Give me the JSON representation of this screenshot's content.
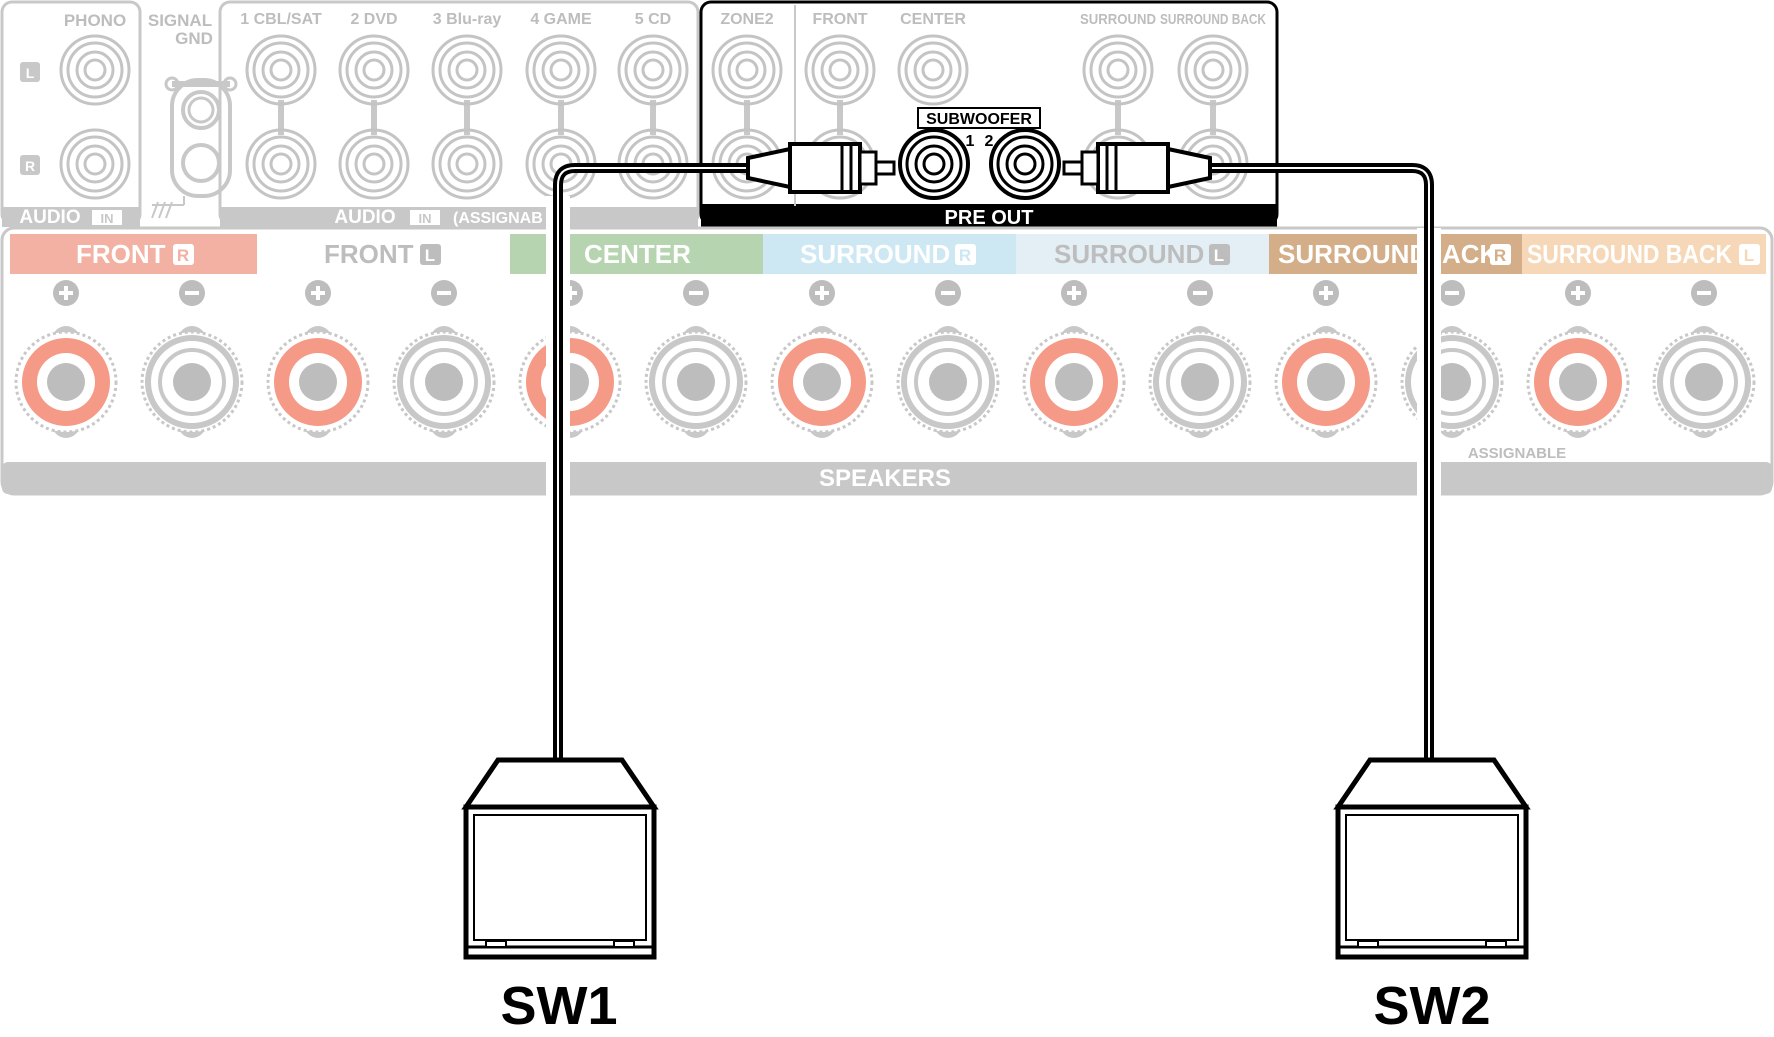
{
  "colors": {
    "panel_grey": "#c8c8c8",
    "line_grey": "#c4c4c4",
    "front_r": "#f2b1a2",
    "center": "#b6d4af",
    "surround_r": "#cde8f3",
    "surround_l": "#e3eff5",
    "surround_back": "#d3ae89",
    "surround_back_l": "#f6d8b8",
    "terminal_red": "#f59a86",
    "cable": "#000000"
  },
  "rear_panel": {
    "phono": "PHONO",
    "signal_gnd_1": "SIGNAL",
    "signal_gnd_2": "GND",
    "input_1": "1 CBL/SAT",
    "input_2": "2 DVD",
    "input_3": "3 Blu-ray",
    "input_4": "4 GAME",
    "input_5": "5 CD",
    "zone2": "ZONE2",
    "front": "FRONT",
    "center": "CENTER",
    "surround": "SURROUND",
    "surround_back": "SURROUND BACK",
    "subwoofer": "SUBWOOFER",
    "sub_1": "1",
    "sub_2": "2",
    "pre_out": "PRE OUT",
    "audio_in_left": "AUDIO",
    "audio_in_badge": "IN",
    "audio_in_right": "AUDIO",
    "audio_in_badge_2": "IN",
    "assignable_paren": "(ASSIGNAB",
    "channel_l": "L",
    "channel_r": "R"
  },
  "speakers": {
    "front_r": "FRONT",
    "front_l": "FRONT",
    "center": "CENTER",
    "surround_r": "SURROUND",
    "surround_l": "SURROUND",
    "surround_b": "SURROUND",
    "back_r": "ACK",
    "surround_back_l": "SURROUND BACK",
    "badge_r": "R",
    "badge_l": "L",
    "section": "SPEAKERS",
    "assignable": "ASSIGNABLE"
  },
  "subwoofers": {
    "sw1": "SW1",
    "sw2": "SW2"
  }
}
